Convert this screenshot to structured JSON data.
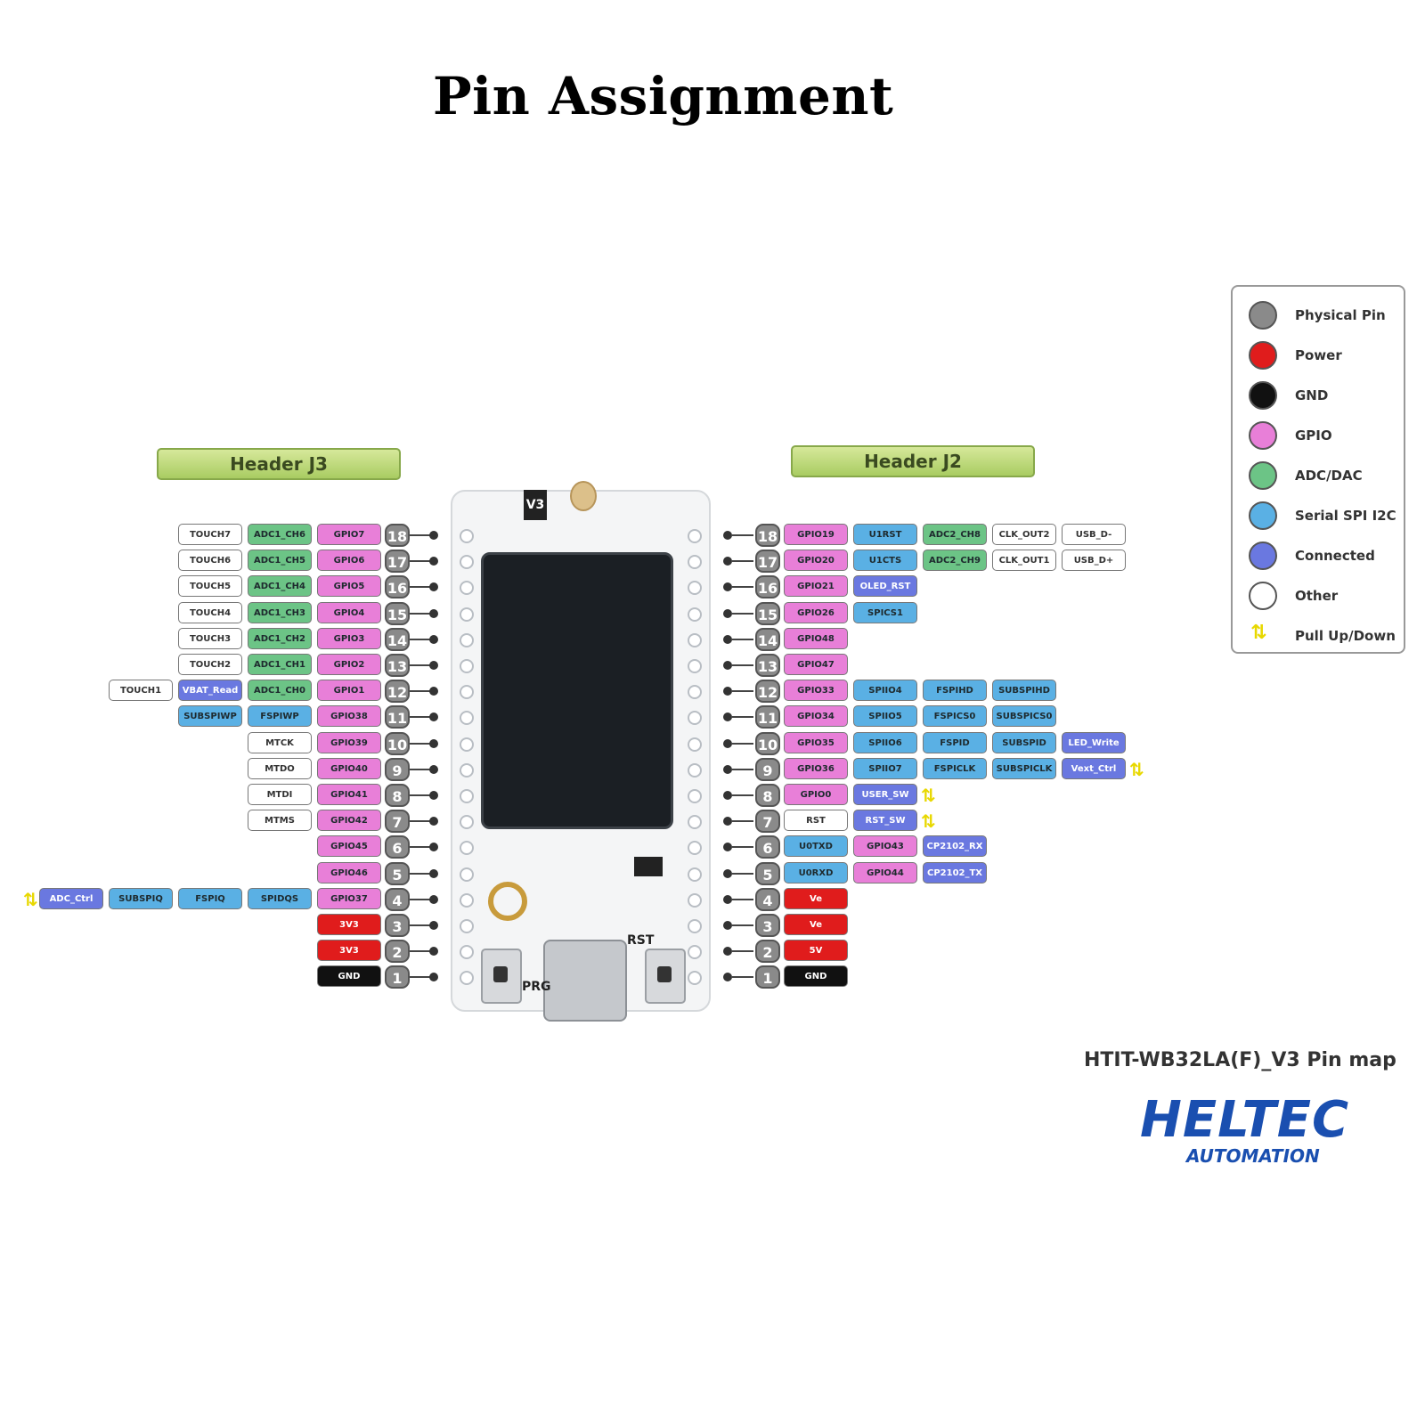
{
  "title": "Pin Assignment",
  "header_j3": "Header J3",
  "header_j2": "Header J2",
  "board_mark": "V3",
  "board_buttons": {
    "left": "PRG",
    "right": "RST"
  },
  "colors": {
    "physical": "#8a8a8a",
    "power": "#e01c1c",
    "gnd": "#111111",
    "gpio": "#e87fd8",
    "adc": "#6cc486",
    "serial": "#5ab0e4",
    "connected": "#6a78e0",
    "other": "#ffffff",
    "pull": "#e8d800"
  },
  "legend": [
    {
      "type": "physical",
      "label": "Physical Pin"
    },
    {
      "type": "power",
      "label": "Power"
    },
    {
      "type": "gnd",
      "label": "GND"
    },
    {
      "type": "gpio",
      "label": "GPIO"
    },
    {
      "type": "adc",
      "label": "ADC/DAC"
    },
    {
      "type": "serial",
      "label": "Serial SPI I2C"
    },
    {
      "type": "connected",
      "label": "Connected"
    },
    {
      "type": "other",
      "label": "Other"
    },
    {
      "type": "pull",
      "label": "Pull Up/Down",
      "icon": "pull-up-down-arrows-icon"
    }
  ],
  "j3": [
    {
      "num": "18",
      "labels": [
        {
          "text": "GPIO7",
          "type": "gpio"
        },
        {
          "text": "ADC1_CH6",
          "type": "adc"
        },
        {
          "text": "TOUCH7",
          "type": "other"
        }
      ]
    },
    {
      "num": "17",
      "labels": [
        {
          "text": "GPIO6",
          "type": "gpio"
        },
        {
          "text": "ADC1_CH5",
          "type": "adc"
        },
        {
          "text": "TOUCH6",
          "type": "other"
        }
      ]
    },
    {
      "num": "16",
      "labels": [
        {
          "text": "GPIO5",
          "type": "gpio"
        },
        {
          "text": "ADC1_CH4",
          "type": "adc"
        },
        {
          "text": "TOUCH5",
          "type": "other"
        }
      ]
    },
    {
      "num": "15",
      "labels": [
        {
          "text": "GPIO4",
          "type": "gpio"
        },
        {
          "text": "ADC1_CH3",
          "type": "adc"
        },
        {
          "text": "TOUCH4",
          "type": "other"
        }
      ]
    },
    {
      "num": "14",
      "labels": [
        {
          "text": "GPIO3",
          "type": "gpio"
        },
        {
          "text": "ADC1_CH2",
          "type": "adc"
        },
        {
          "text": "TOUCH3",
          "type": "other"
        }
      ]
    },
    {
      "num": "13",
      "labels": [
        {
          "text": "GPIO2",
          "type": "gpio"
        },
        {
          "text": "ADC1_CH1",
          "type": "adc"
        },
        {
          "text": "TOUCH2",
          "type": "other"
        }
      ]
    },
    {
      "num": "12",
      "labels": [
        {
          "text": "GPIO1",
          "type": "gpio"
        },
        {
          "text": "ADC1_CH0",
          "type": "adc"
        },
        {
          "text": "VBAT_Read",
          "type": "connected"
        },
        {
          "text": "TOUCH1",
          "type": "other"
        }
      ]
    },
    {
      "num": "11",
      "labels": [
        {
          "text": "GPIO38",
          "type": "gpio"
        },
        {
          "text": "FSPIWP",
          "type": "serial"
        },
        {
          "text": "SUBSPIWP",
          "type": "serial"
        }
      ]
    },
    {
      "num": "10",
      "labels": [
        {
          "text": "GPIO39",
          "type": "gpio"
        },
        {
          "text": "MTCK",
          "type": "other"
        }
      ]
    },
    {
      "num": "9",
      "labels": [
        {
          "text": "GPIO40",
          "type": "gpio"
        },
        {
          "text": "MTDO",
          "type": "other"
        }
      ]
    },
    {
      "num": "8",
      "labels": [
        {
          "text": "GPIO41",
          "type": "gpio"
        },
        {
          "text": "MTDI",
          "type": "other"
        }
      ]
    },
    {
      "num": "7",
      "labels": [
        {
          "text": "GPIO42",
          "type": "gpio"
        },
        {
          "text": "MTMS",
          "type": "other"
        }
      ]
    },
    {
      "num": "6",
      "labels": [
        {
          "text": "GPIO45",
          "type": "gpio"
        }
      ]
    },
    {
      "num": "5",
      "labels": [
        {
          "text": "GPIO46",
          "type": "gpio"
        }
      ]
    },
    {
      "num": "4",
      "labels": [
        {
          "text": "GPIO37",
          "type": "gpio"
        },
        {
          "text": "SPIDQS",
          "type": "serial"
        },
        {
          "text": "FSPIQ",
          "type": "serial"
        },
        {
          "text": "SUBSPIQ",
          "type": "serial"
        },
        {
          "text": "ADC_Ctrl",
          "type": "connected"
        }
      ],
      "pull": true
    },
    {
      "num": "3",
      "labels": [
        {
          "text": "3V3",
          "type": "power"
        }
      ]
    },
    {
      "num": "2",
      "labels": [
        {
          "text": "3V3",
          "type": "power"
        }
      ]
    },
    {
      "num": "1",
      "labels": [
        {
          "text": "GND",
          "type": "gnd"
        }
      ]
    }
  ],
  "j2": [
    {
      "num": "18",
      "labels": [
        {
          "text": "GPIO19",
          "type": "gpio"
        },
        {
          "text": "U1RST",
          "type": "serial"
        },
        {
          "text": "ADC2_CH8",
          "type": "adc"
        },
        {
          "text": "CLK_OUT2",
          "type": "other"
        },
        {
          "text": "USB_D-",
          "type": "other"
        }
      ]
    },
    {
      "num": "17",
      "labels": [
        {
          "text": "GPIO20",
          "type": "gpio"
        },
        {
          "text": "U1CTS",
          "type": "serial"
        },
        {
          "text": "ADC2_CH9",
          "type": "adc"
        },
        {
          "text": "CLK_OUT1",
          "type": "other"
        },
        {
          "text": "USB_D+",
          "type": "other"
        }
      ]
    },
    {
      "num": "16",
      "labels": [
        {
          "text": "GPIO21",
          "type": "gpio"
        },
        {
          "text": "OLED_RST",
          "type": "connected"
        }
      ]
    },
    {
      "num": "15",
      "labels": [
        {
          "text": "GPIO26",
          "type": "gpio"
        },
        {
          "text": "SPICS1",
          "type": "serial"
        }
      ]
    },
    {
      "num": "14",
      "labels": [
        {
          "text": "GPIO48",
          "type": "gpio"
        }
      ]
    },
    {
      "num": "13",
      "labels": [
        {
          "text": "GPIO47",
          "type": "gpio"
        }
      ]
    },
    {
      "num": "12",
      "labels": [
        {
          "text": "GPIO33",
          "type": "gpio"
        },
        {
          "text": "SPIIO4",
          "type": "serial"
        },
        {
          "text": "FSPIHD",
          "type": "serial"
        },
        {
          "text": "SUBSPIHD",
          "type": "serial"
        }
      ]
    },
    {
      "num": "11",
      "labels": [
        {
          "text": "GPIO34",
          "type": "gpio"
        },
        {
          "text": "SPIIO5",
          "type": "serial"
        },
        {
          "text": "FSPICS0",
          "type": "serial"
        },
        {
          "text": "SUBSPICS0",
          "type": "serial"
        }
      ]
    },
    {
      "num": "10",
      "labels": [
        {
          "text": "GPIO35",
          "type": "gpio"
        },
        {
          "text": "SPIIO6",
          "type": "serial"
        },
        {
          "text": "FSPID",
          "type": "serial"
        },
        {
          "text": "SUBSPID",
          "type": "serial"
        },
        {
          "text": "LED_Write",
          "type": "connected"
        }
      ]
    },
    {
      "num": "9",
      "labels": [
        {
          "text": "GPIO36",
          "type": "gpio"
        },
        {
          "text": "SPIIO7",
          "type": "serial"
        },
        {
          "text": "FSPICLK",
          "type": "serial"
        },
        {
          "text": "SUBSPICLK",
          "type": "serial"
        },
        {
          "text": "Vext_Ctrl",
          "type": "connected"
        }
      ],
      "pull": true
    },
    {
      "num": "8",
      "labels": [
        {
          "text": "GPIO0",
          "type": "gpio"
        },
        {
          "text": "USER_SW",
          "type": "connected"
        }
      ],
      "pull": true
    },
    {
      "num": "7",
      "labels": [
        {
          "text": "RST",
          "type": "other"
        },
        {
          "text": "RST_SW",
          "type": "connected"
        }
      ],
      "pull": true
    },
    {
      "num": "6",
      "labels": [
        {
          "text": "U0TXD",
          "type": "serial"
        },
        {
          "text": "GPIO43",
          "type": "gpio"
        },
        {
          "text": "CP2102_RX",
          "type": "connected"
        }
      ]
    },
    {
      "num": "5",
      "labels": [
        {
          "text": "U0RXD",
          "type": "serial"
        },
        {
          "text": "GPIO44",
          "type": "gpio"
        },
        {
          "text": "CP2102_TX",
          "type": "connected"
        }
      ]
    },
    {
      "num": "4",
      "labels": [
        {
          "text": "Ve",
          "type": "power"
        }
      ]
    },
    {
      "num": "3",
      "labels": [
        {
          "text": "Ve",
          "type": "power"
        }
      ]
    },
    {
      "num": "2",
      "labels": [
        {
          "text": "5V",
          "type": "power"
        }
      ]
    },
    {
      "num": "1",
      "labels": [
        {
          "text": "GND",
          "type": "gnd"
        }
      ]
    }
  ],
  "caption": "HTIT-WB32LA(F)_V3 Pin map",
  "logo": {
    "main": "HELTEC",
    "sub": "AUTOMATION"
  }
}
